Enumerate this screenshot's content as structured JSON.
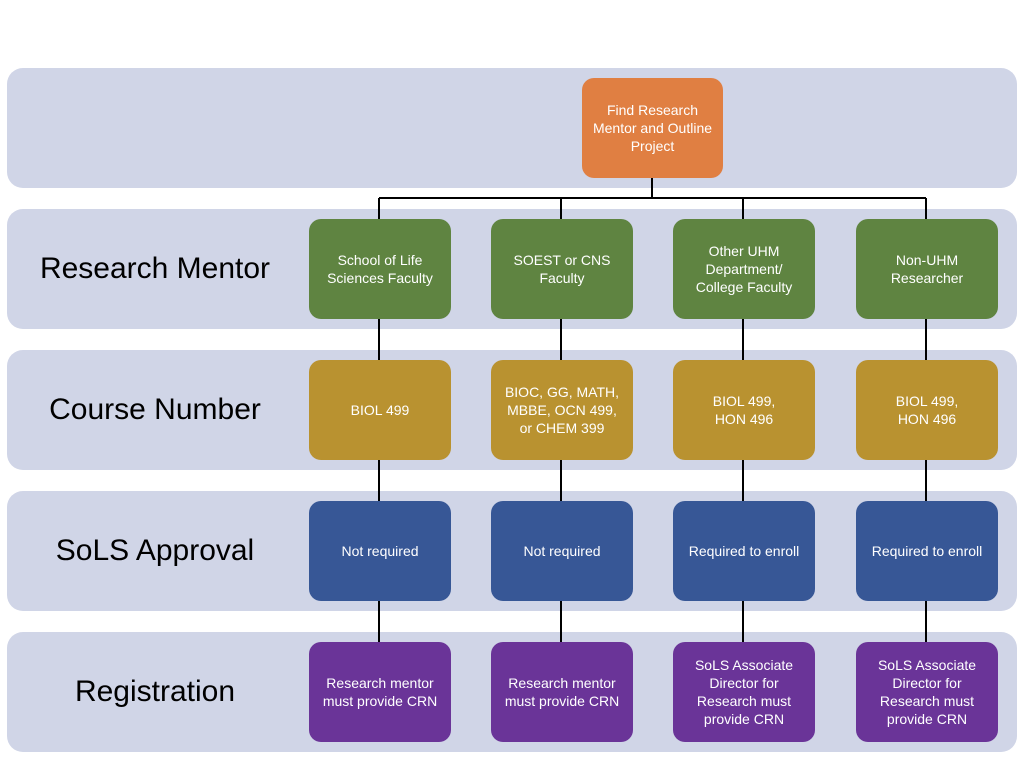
{
  "colors": {
    "band": "#d0d5e7",
    "root": "#e07f42",
    "mentor": "#5f8441",
    "course": "#b99230",
    "approval": "#375796",
    "registration": "#6a3498",
    "connector": "#000000"
  },
  "root": {
    "text": "Find Research\nMentor and Outline\nProject"
  },
  "rows": [
    {
      "label": "Research Mentor",
      "boxes": [
        "School of Life\nSciences Faculty",
        "SOEST or CNS\nFaculty",
        "Other UHM\nDepartment/\nCollege Faculty",
        "Non-UHM\nResearcher"
      ]
    },
    {
      "label": "Course Number",
      "boxes": [
        "BIOL 499",
        "BIOC, GG, MATH,\nMBBE, OCN 499,\nor CHEM 399",
        "BIOL 499,\nHON 496",
        "BIOL 499,\nHON 496"
      ]
    },
    {
      "label": "SoLS Approval",
      "boxes": [
        "Not required",
        "Not required",
        "Required to enroll",
        "Required to enroll"
      ]
    },
    {
      "label": "Registration",
      "boxes": [
        "Research mentor\nmust provide CRN",
        "Research mentor\nmust provide CRN",
        "SoLS Associate\nDirector for\nResearch must\nprovide CRN",
        "SoLS Associate\nDirector for\nResearch must\nprovide CRN"
      ]
    }
  ]
}
